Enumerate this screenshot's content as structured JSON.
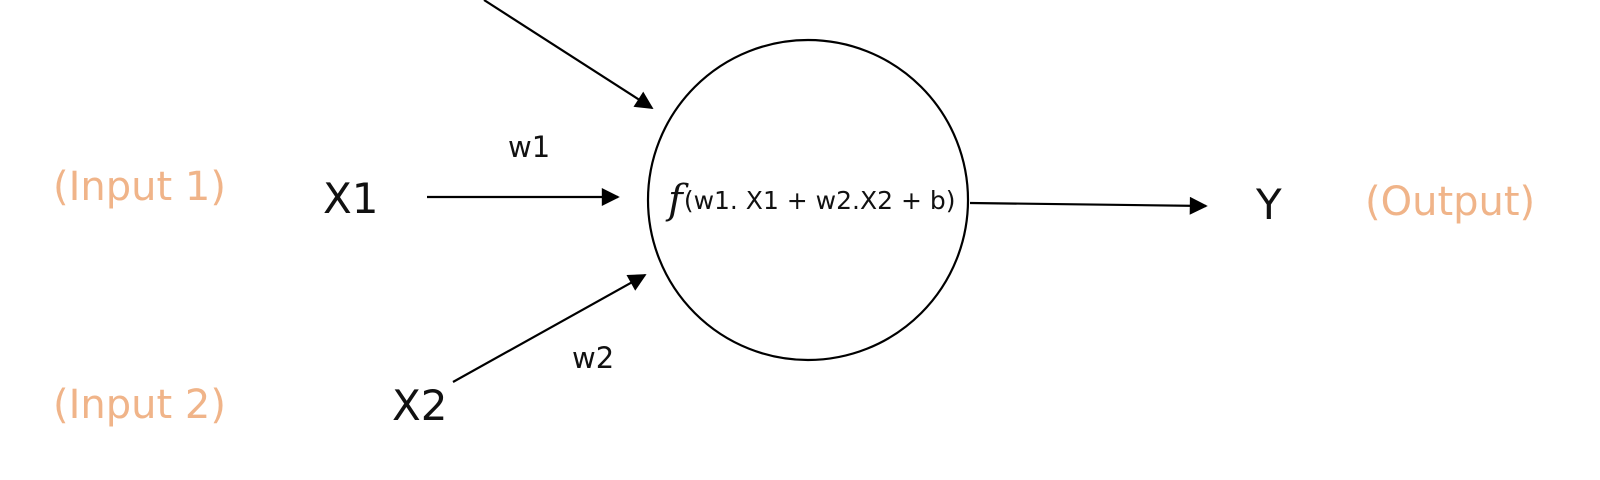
{
  "colors": {
    "annotation": "#f0b489",
    "ink": "#111111",
    "stroke": "#000000"
  },
  "inputs": [
    {
      "annotation": "(Input 1)",
      "variable": "X1",
      "weight": "w1"
    },
    {
      "annotation": "(Input 2)",
      "variable": "X2",
      "weight": "w2"
    }
  ],
  "neuron": {
    "function_symbol": "f",
    "expression": "(w1. X1 + w2.X2 + b)"
  },
  "output": {
    "variable": "Y",
    "annotation": "(Output)"
  }
}
